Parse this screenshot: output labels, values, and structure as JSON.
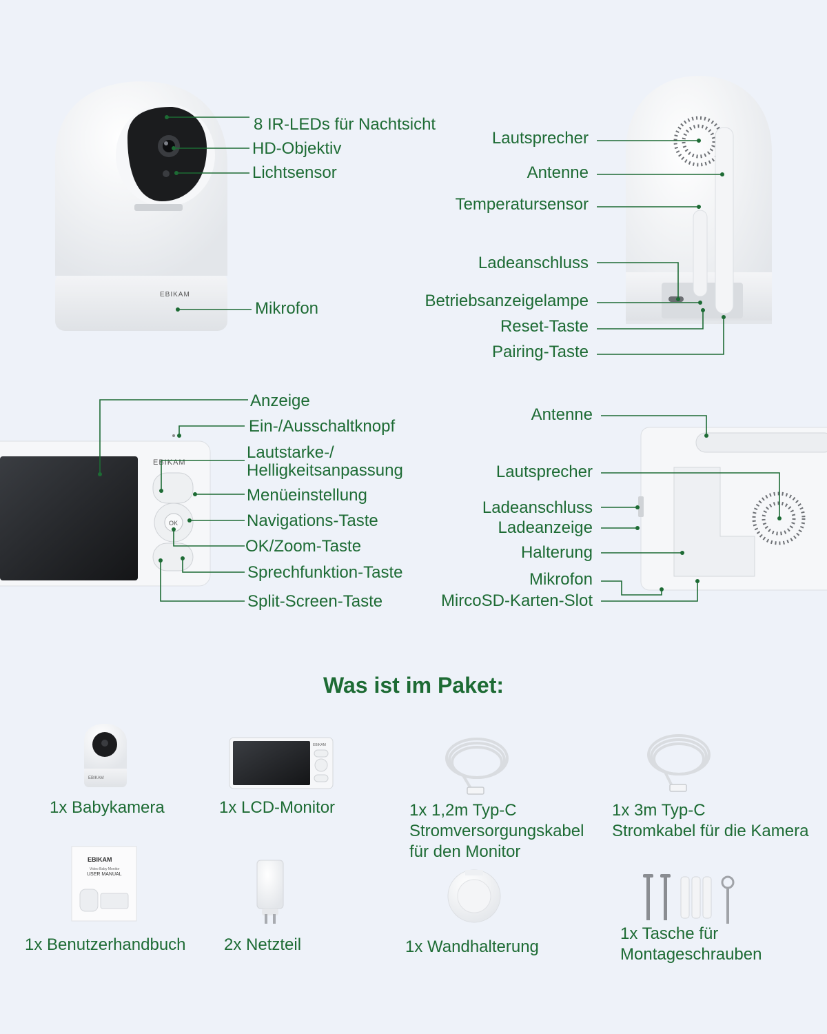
{
  "colors": {
    "accent": "#1d6b34",
    "background": "#eef2f9",
    "device": "#fafafa"
  },
  "brand": "EBIKAM",
  "camera_front": {
    "labels": [
      "8 IR-LEDs für Nachtsicht",
      "HD-Objektiv",
      "Lichtsensor",
      "Mikrofon"
    ]
  },
  "camera_back": {
    "labels": [
      "Lautsprecher",
      "Antenne",
      "Temperatursensor",
      "Ladeanschluss",
      "Betriebsanzeigelampe",
      "Reset-Taste",
      "Pairing-Taste"
    ]
  },
  "monitor_front": {
    "labels": [
      "Anzeige",
      "Ein-/Ausschaltknopf",
      "Lautstarke-/",
      "Helligkeitsanpassung",
      "Menüeinstellung",
      "Navigations-Taste",
      "OK/Zoom-Taste",
      "Sprechfunktion-Taste",
      "Split-Screen-Taste"
    ],
    "ok_label": "OK"
  },
  "monitor_back": {
    "labels": [
      "Antenne",
      "Lautsprecher",
      "Ladeanschluss",
      "Ladeanzeige",
      "Halterung",
      "Mikrofon",
      "MircoSD-Karten-Slot"
    ]
  },
  "package": {
    "title": "Was ist im Paket:",
    "items": [
      {
        "icon": "baby-camera-icon",
        "label": "1x Babykamera"
      },
      {
        "icon": "lcd-monitor-icon",
        "label": "1x LCD-Monitor"
      },
      {
        "icon": "cable-icon",
        "label_lines": [
          "1x 1,2m Typ-C",
          "Stromversorgungskabel",
          "für den Monitor"
        ]
      },
      {
        "icon": "cable-icon",
        "label_lines": [
          "1x 3m Typ-C",
          "Stromkabel für die Kamera"
        ]
      },
      {
        "icon": "manual-icon",
        "label": "1x Benutzerhandbuch",
        "manual_text": [
          "Video Baby Monitor",
          "USER MANUAL"
        ]
      },
      {
        "icon": "power-adapter-icon",
        "label": "2x Netzteil"
      },
      {
        "icon": "wall-mount-icon",
        "label": "1x Wandhalterung"
      },
      {
        "icon": "screws-icon",
        "label_lines": [
          "1x Tasche für",
          "Montageschrauben"
        ]
      }
    ]
  }
}
